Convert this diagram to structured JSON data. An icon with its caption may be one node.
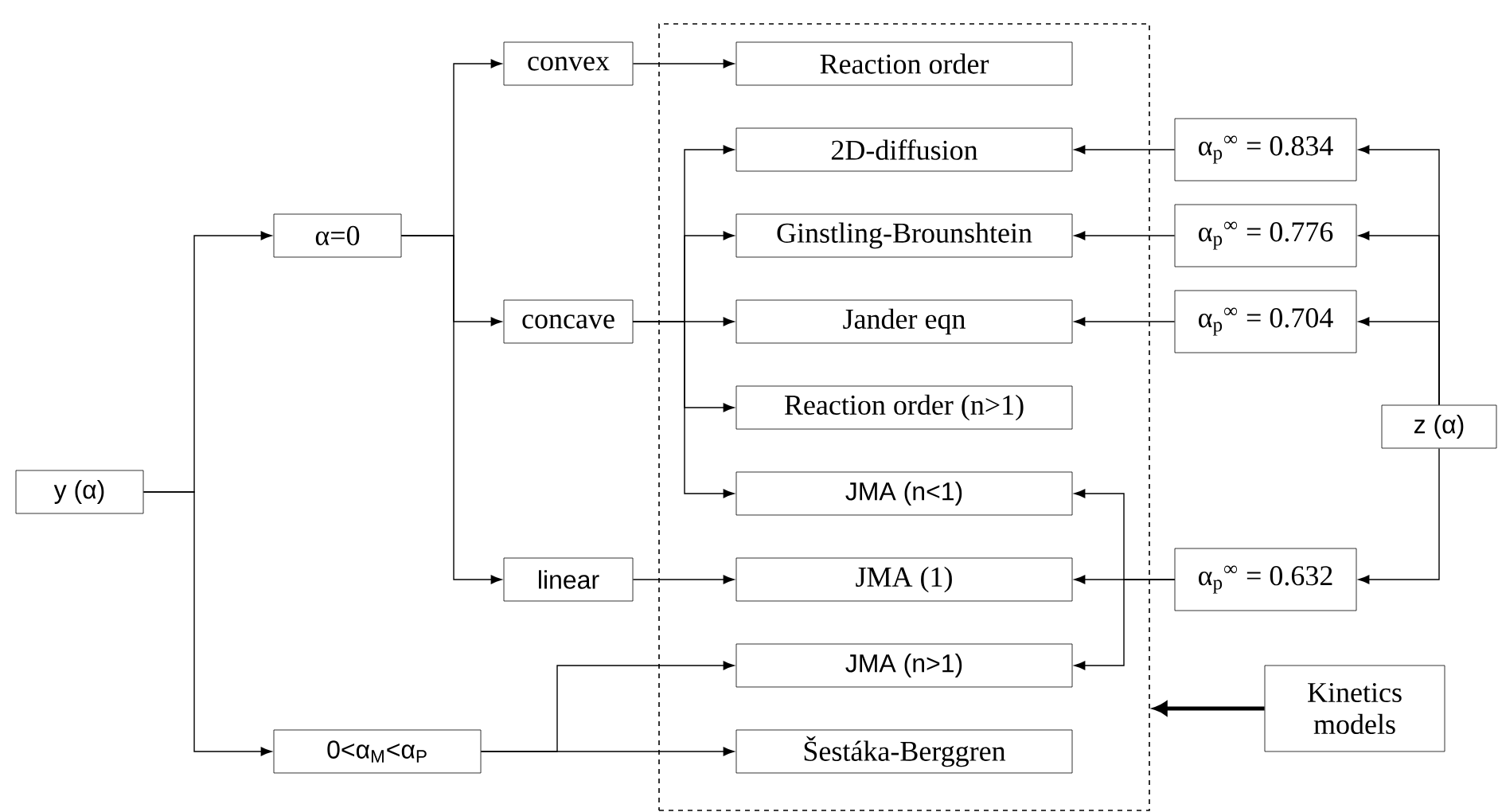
{
  "diagram": {
    "nodes": [
      {
        "text": [
          "y (α)"
        ]
      },
      {
        "text": [
          "α=0"
        ]
      },
      {
        "text": [
          "0<α$_{M}$<α$_{P}$"
        ]
      },
      {
        "text": [
          "convex"
        ]
      },
      {
        "text": [
          "concave"
        ]
      },
      {
        "text": [
          "linear"
        ]
      },
      {
        "text": [],
        "shape": "box"
      },
      {
        "text": [
          "Reaction order"
        ],
        "in": 6
      },
      {
        "text": [
          "2D-diffusion"
        ],
        "in": 6
      },
      {
        "text": [
          "Ginstling-Brounshtein"
        ],
        "in": 6
      },
      {
        "text": [
          "Jander eqn"
        ],
        "in": 6
      },
      {
        "text": [
          "Reaction order (n>1)"
        ],
        "in": 6
      },
      {
        "text": [
          "JMA (n<1)"
        ],
        "in": 6
      },
      {
        "text": [
          "JMA (1)"
        ],
        "in": 6
      },
      {
        "text": [
          "JMA (n>1)"
        ],
        "in": 6
      },
      {
        "text": [
          "Šestáka-Berggren"
        ],
        "in": 6
      },
      {
        "text": [
          "α$_{p}$$^{∞}$ = 0.834"
        ]
      },
      {
        "text": [
          "α$_{p}$$^{∞}$ = 0.776"
        ]
      },
      {
        "text": [
          "α$_{p}$$^{∞}$ = 0.704"
        ]
      },
      {
        "text": [
          "α$_{p}$$^{∞}$ = 0.632"
        ]
      },
      {
        "text": [
          "z (α)"
        ]
      },
      {
        "text": [
          "Kinetics models"
        ]
      }
    ],
    "edges": [
      {
        "from": 0,
        "to": 1,
        "arrow": "to"
      },
      {
        "from": 0,
        "to": 2,
        "arrow": "to"
      },
      {
        "from": 1,
        "to": 3,
        "arrow": "to"
      },
      {
        "from": 1,
        "to": 4,
        "arrow": "to"
      },
      {
        "from": 1,
        "to": 5,
        "arrow": "to"
      },
      {
        "from": 3,
        "to": 7,
        "arrow": "to"
      },
      {
        "from": 4,
        "to": 10,
        "arrow": "to"
      },
      {
        "from": 4,
        "to": 8,
        "arrow": "to"
      },
      {
        "from": 4,
        "to": 9,
        "arrow": "to"
      },
      {
        "from": 4,
        "to": 11,
        "arrow": "to"
      },
      {
        "from": 4,
        "to": 12,
        "arrow": "to"
      },
      {
        "from": 5,
        "to": 13,
        "arrow": "to"
      },
      {
        "from": 2,
        "to": 14,
        "arrow": "to"
      },
      {
        "from": 2,
        "to": 15,
        "arrow": "to"
      },
      {
        "from": 20,
        "to": 16,
        "arrow": "to"
      },
      {
        "from": 20,
        "to": 17,
        "arrow": "to"
      },
      {
        "from": 20,
        "to": 18,
        "arrow": "to"
      },
      {
        "from": 20,
        "to": 19,
        "arrow": "to"
      },
      {
        "from": 16,
        "to": 8,
        "arrow": "to"
      },
      {
        "from": 17,
        "to": 9,
        "arrow": "to"
      },
      {
        "from": 18,
        "to": 10,
        "arrow": "to"
      },
      {
        "from": 19,
        "to": 13,
        "arrow": "to"
      },
      {
        "from": 19,
        "to": 12,
        "arrow": "to"
      },
      {
        "from": 19,
        "to": 14,
        "arrow": "to"
      },
      {
        "from": 21,
        "to": 6,
        "arrow": "to",
        "style": "thick"
      }
    ]
  }
}
